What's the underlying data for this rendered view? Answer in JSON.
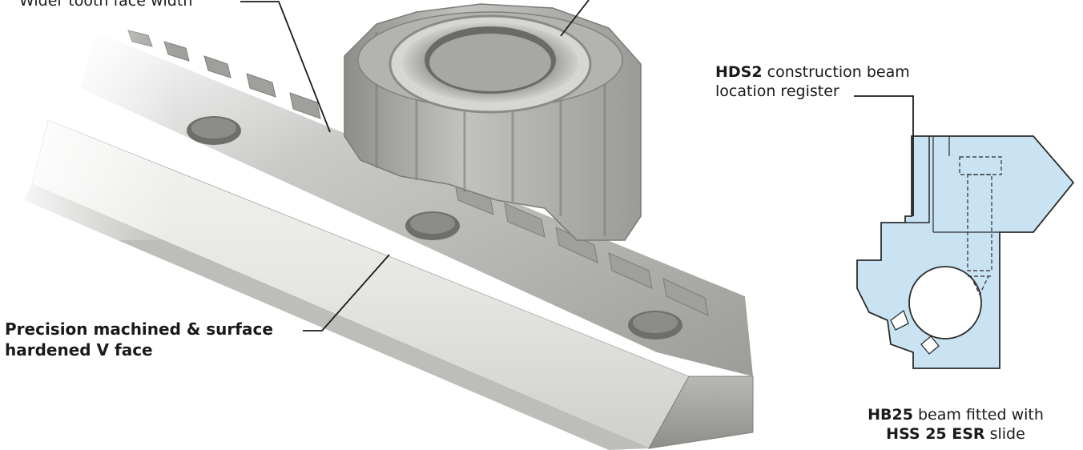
{
  "labels": {
    "tooth_width": "Wider tooth face width",
    "v_face_line1": "Precision machined & surface",
    "v_face_line2": "hardened V face",
    "hds2_bold": "HDS2",
    "hds2_rest": " construction beam",
    "hds2_line2": "location register",
    "hb25_bold": "HB25",
    "hb25_rest": " beam fitted with",
    "hss_bold": "HSS 25 ESR",
    "hss_rest": " slide"
  },
  "colors": {
    "steel": "#a8a9a5",
    "section_fill": "#c9e3f3",
    "leader": "#1a1a1a"
  },
  "icons": [
    "gear-rack-illustration",
    "pinion-gear-illustration",
    "beam-cross-section-diagram"
  ]
}
